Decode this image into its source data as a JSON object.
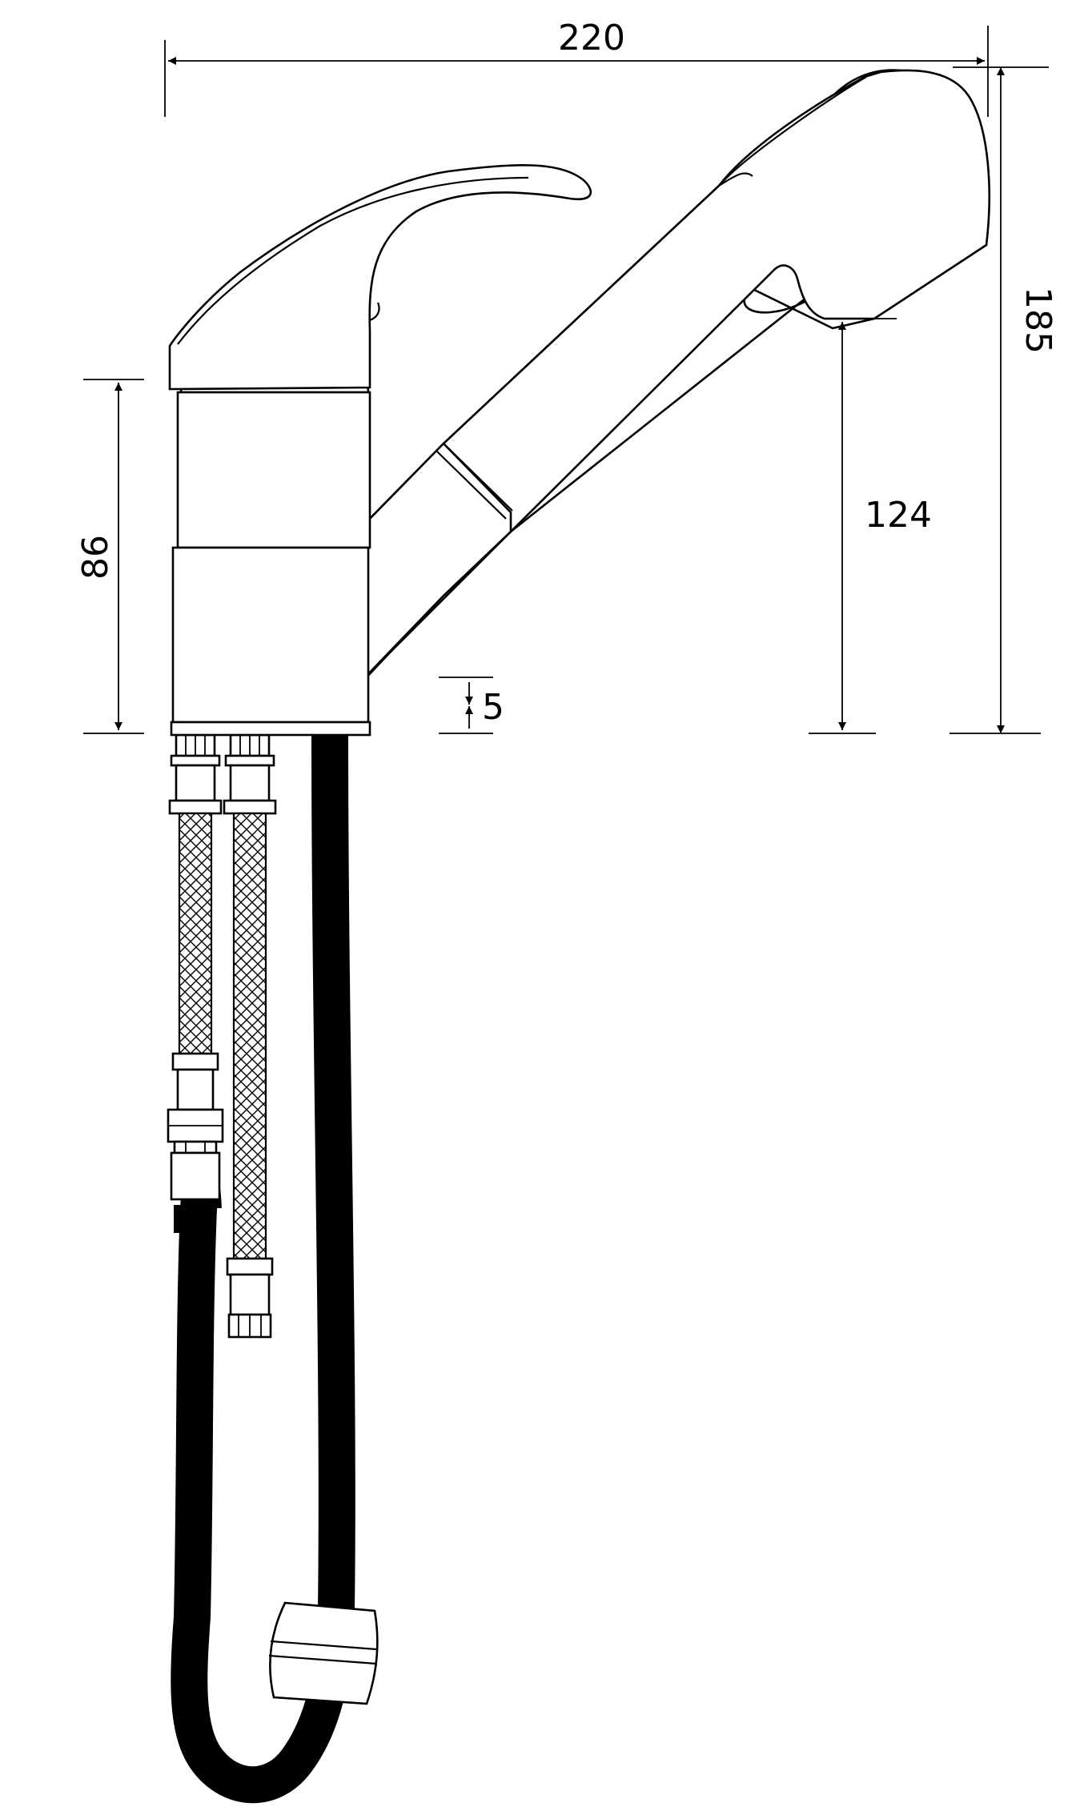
{
  "diagram": {
    "dimensions": {
      "total_width": "220",
      "total_height": "185",
      "spout_height": "124",
      "body_height": "86",
      "base_thickness": "5"
    },
    "colors": {
      "line": "#000000",
      "hose": "#000000",
      "background": "#ffffff"
    },
    "components": [
      "faucet-body",
      "lever-handle",
      "pull-out-spray-head",
      "supply-hoses",
      "pull-out-hose",
      "hose-weight"
    ]
  }
}
